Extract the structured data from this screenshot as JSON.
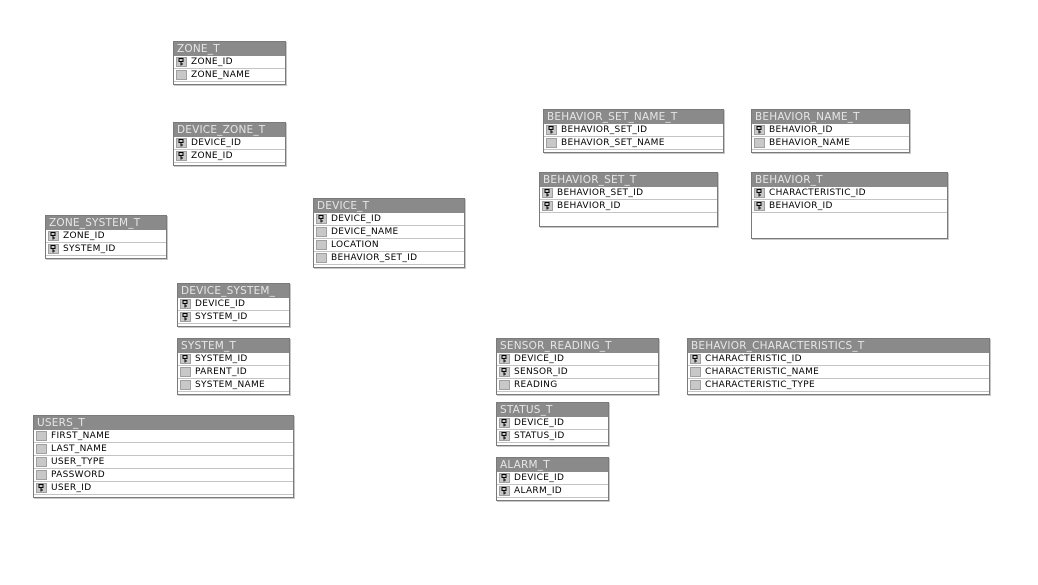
{
  "tables": {
    "zone_t": {
      "title": "ZONE_T",
      "rows": [
        {
          "name": "ZONE_ID",
          "key": true
        },
        {
          "name": "ZONE_NAME",
          "key": false
        }
      ]
    },
    "device_zone_t": {
      "title": "DEVICE_ZONE_T",
      "rows": [
        {
          "name": "DEVICE_ID",
          "key": true
        },
        {
          "name": "ZONE_ID",
          "key": true
        }
      ]
    },
    "zone_system_t": {
      "title": "ZONE_SYSTEM_T",
      "rows": [
        {
          "name": "ZONE_ID",
          "key": true
        },
        {
          "name": "SYSTEM_ID",
          "key": true
        }
      ]
    },
    "device_t": {
      "title": "DEVICE_T",
      "rows": [
        {
          "name": "DEVICE_ID",
          "key": true
        },
        {
          "name": "DEVICE_NAME",
          "key": false
        },
        {
          "name": "LOCATION",
          "key": false
        },
        {
          "name": "BEHAVIOR_SET_ID",
          "key": false
        }
      ]
    },
    "device_system": {
      "title": "DEVICE_SYSTEM_",
      "rows": [
        {
          "name": "DEVICE_ID",
          "key": true
        },
        {
          "name": "SYSTEM_ID",
          "key": true
        }
      ]
    },
    "system_t": {
      "title": "SYSTEM_T",
      "rows": [
        {
          "name": "SYSTEM_ID",
          "key": true
        },
        {
          "name": "PARENT_ID",
          "key": false
        },
        {
          "name": "SYSTEM_NAME",
          "key": false
        }
      ]
    },
    "users_t": {
      "title": "USERS_T",
      "rows": [
        {
          "name": "FIRST_NAME",
          "key": false
        },
        {
          "name": "LAST_NAME",
          "key": false
        },
        {
          "name": "USER_TYPE",
          "key": false
        },
        {
          "name": "PASSWORD",
          "key": false
        },
        {
          "name": "USER_ID",
          "key": true
        }
      ]
    },
    "behavior_set_name_t": {
      "title": "BEHAVIOR_SET_NAME_T",
      "rows": [
        {
          "name": "BEHAVIOR_SET_ID",
          "key": true
        },
        {
          "name": "BEHAVIOR_SET_NAME",
          "key": false
        }
      ]
    },
    "behavior_name_t": {
      "title": "BEHAVIOR_NAME_T",
      "rows": [
        {
          "name": "BEHAVIOR_ID",
          "key": true
        },
        {
          "name": "BEHAVIOR_NAME",
          "key": false
        }
      ]
    },
    "behavior_set_t": {
      "title": "BEHAVIOR_SET_T",
      "rows": [
        {
          "name": "BEHAVIOR_SET_ID",
          "key": true
        },
        {
          "name": "BEHAVIOR_ID",
          "key": true
        }
      ]
    },
    "behavior_t": {
      "title": "BEHAVIOR_T",
      "rows": [
        {
          "name": "CHARACTERISTIC_ID",
          "key": true
        },
        {
          "name": "BEHAVIOR_ID",
          "key": true
        }
      ]
    },
    "sensor_reading_t": {
      "title": "SENSOR_READING_T",
      "rows": [
        {
          "name": "DEVICE_ID",
          "key": true
        },
        {
          "name": "SENSOR_ID",
          "key": true
        },
        {
          "name": "READING",
          "key": false
        }
      ]
    },
    "behavior_characteristics_t": {
      "title": "BEHAVIOR_CHARACTERISTICS_T",
      "rows": [
        {
          "name": "CHARACTERISTIC_ID",
          "key": true
        },
        {
          "name": "CHARACTERISTIC_NAME",
          "key": false
        },
        {
          "name": "CHARACTERISTIC_TYPE",
          "key": false
        }
      ]
    },
    "status_t": {
      "title": "STATUS_T",
      "rows": [
        {
          "name": "DEVICE_ID",
          "key": true
        },
        {
          "name": "STATUS_ID",
          "key": true
        }
      ]
    },
    "alarm_t": {
      "title": "ALARM_T",
      "rows": [
        {
          "name": "DEVICE_ID",
          "key": true
        },
        {
          "name": "ALARM_ID",
          "key": true
        }
      ]
    }
  }
}
